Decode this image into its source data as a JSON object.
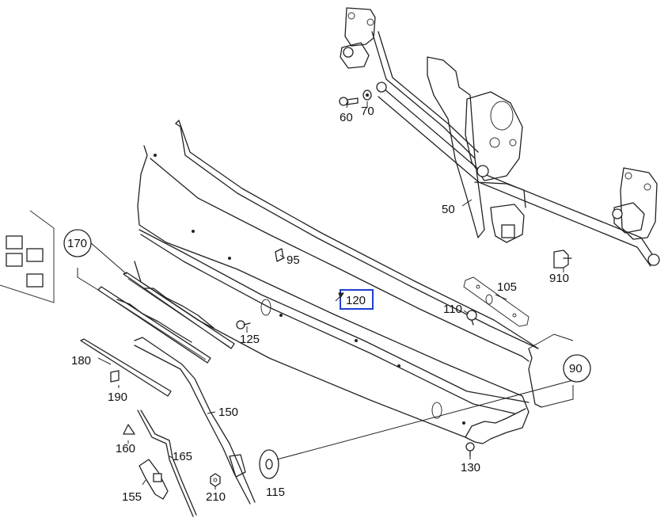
{
  "callouts": [
    {
      "id": "c60",
      "text": "60"
    },
    {
      "id": "c70",
      "text": "70"
    },
    {
      "id": "c50",
      "text": "50"
    },
    {
      "id": "c910",
      "text": "910"
    },
    {
      "id": "c95",
      "text": "95"
    },
    {
      "id": "c105",
      "text": "105"
    },
    {
      "id": "c110",
      "text": "110"
    },
    {
      "id": "c120",
      "text": "120"
    },
    {
      "id": "c125",
      "text": "125"
    },
    {
      "id": "c170",
      "text": "170"
    },
    {
      "id": "c90",
      "text": "90"
    },
    {
      "id": "c180",
      "text": "180"
    },
    {
      "id": "c190",
      "text": "190"
    },
    {
      "id": "c150",
      "text": "150"
    },
    {
      "id": "c160",
      "text": "160"
    },
    {
      "id": "c165",
      "text": "165"
    },
    {
      "id": "c155",
      "text": "155"
    },
    {
      "id": "c210",
      "text": "210"
    },
    {
      "id": "c115",
      "text": "115"
    },
    {
      "id": "c130",
      "text": "130"
    }
  ],
  "highlighted_callout": "120",
  "highlight_color": "#1f3fd0"
}
